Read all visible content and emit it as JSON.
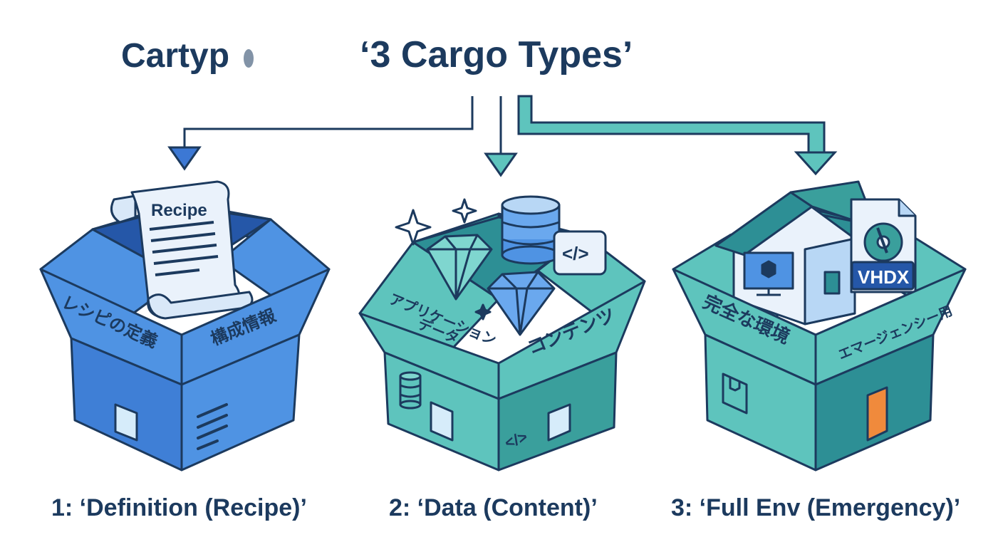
{
  "header": {
    "brand": "Cartyp",
    "title": "‘3 Cargo Types’"
  },
  "boxes": [
    {
      "caption": "1: ‘Definition (Recipe)’",
      "left_flap": "レシピの定義",
      "right_flap": "構成情報",
      "document_title": "Recipe",
      "colors": {
        "main": "#4f93e3",
        "dark": "#2f6fcf",
        "light": "#6aa8ee"
      }
    },
    {
      "caption": "2: ‘Data (Content)’",
      "left_flap_line1": "アプリケーション",
      "left_flap_line2": "データ",
      "right_flap": "コンテンツ",
      "code_icon": "</>",
      "colors": {
        "main": "#5ec4bd",
        "dark": "#3a9f9c",
        "light": "#7fd6cf"
      }
    },
    {
      "caption": "3: ‘Full Env (Emergency)’",
      "left_flap": "完全な環境",
      "right_flap": "エマージェンシー用",
      "file_label": "VHDX",
      "colors": {
        "main": "#5ec4bd",
        "dark": "#2d8f95",
        "light": "#7fd6cf",
        "accent": "#f08a3c"
      }
    }
  ],
  "icons": [
    "scroll-icon",
    "database-icon",
    "diamond-icon",
    "sparkle-icon",
    "code-icon",
    "house-icon",
    "monitor-icon",
    "vhdx-file-icon",
    "disk-icon",
    "document-icon"
  ]
}
